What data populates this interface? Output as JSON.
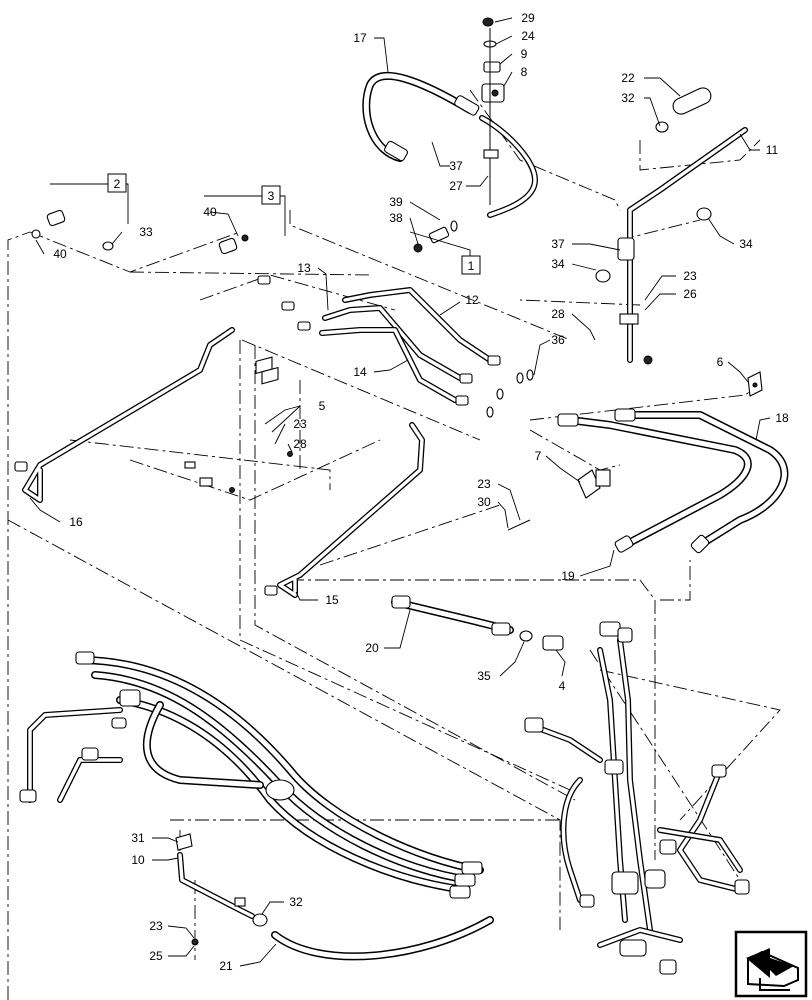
{
  "callouts": [
    {
      "id": "c29",
      "text": "29"
    },
    {
      "id": "c24",
      "text": "24"
    },
    {
      "id": "c9",
      "text": "9"
    },
    {
      "id": "c8",
      "text": "8"
    },
    {
      "id": "c17",
      "text": "17"
    },
    {
      "id": "c22",
      "text": "22"
    },
    {
      "id": "c32a",
      "text": "32"
    },
    {
      "id": "c11",
      "text": "11"
    },
    {
      "id": "c37a",
      "text": "37"
    },
    {
      "id": "c27",
      "text": "27"
    },
    {
      "id": "c39",
      "text": "39"
    },
    {
      "id": "c38",
      "text": "38"
    },
    {
      "id": "c34a",
      "text": "34"
    },
    {
      "id": "c37b",
      "text": "37"
    },
    {
      "id": "c34b",
      "text": "34"
    },
    {
      "id": "c23a",
      "text": "23"
    },
    {
      "id": "c26",
      "text": "26"
    },
    {
      "id": "c28a",
      "text": "28"
    },
    {
      "id": "c36",
      "text": "36"
    },
    {
      "id": "c13",
      "text": "13"
    },
    {
      "id": "c12",
      "text": "12"
    },
    {
      "id": "c14",
      "text": "14"
    },
    {
      "id": "c40a",
      "text": "40"
    },
    {
      "id": "c33",
      "text": "33"
    },
    {
      "id": "c40b",
      "text": "40"
    },
    {
      "id": "c6",
      "text": "6"
    },
    {
      "id": "c18",
      "text": "18"
    },
    {
      "id": "c5",
      "text": "5"
    },
    {
      "id": "c23b",
      "text": "23"
    },
    {
      "id": "c28b",
      "text": "28"
    },
    {
      "id": "c7",
      "text": "7"
    },
    {
      "id": "c23c",
      "text": "23"
    },
    {
      "id": "c30",
      "text": "30"
    },
    {
      "id": "c16",
      "text": "16"
    },
    {
      "id": "c19",
      "text": "19"
    },
    {
      "id": "c15",
      "text": "15"
    },
    {
      "id": "c20",
      "text": "20"
    },
    {
      "id": "c35",
      "text": "35"
    },
    {
      "id": "c4",
      "text": "4"
    },
    {
      "id": "c31",
      "text": "31"
    },
    {
      "id": "c10",
      "text": "10"
    },
    {
      "id": "c32b",
      "text": "32"
    },
    {
      "id": "c23d",
      "text": "23"
    },
    {
      "id": "c25",
      "text": "25"
    },
    {
      "id": "c21",
      "text": "21"
    }
  ],
  "boxed_callouts": [
    {
      "id": "b1",
      "text": "1"
    },
    {
      "id": "b2",
      "text": "2"
    },
    {
      "id": "b3",
      "text": "3"
    }
  ],
  "nav_icon": "page-navigation-arrow-icon"
}
